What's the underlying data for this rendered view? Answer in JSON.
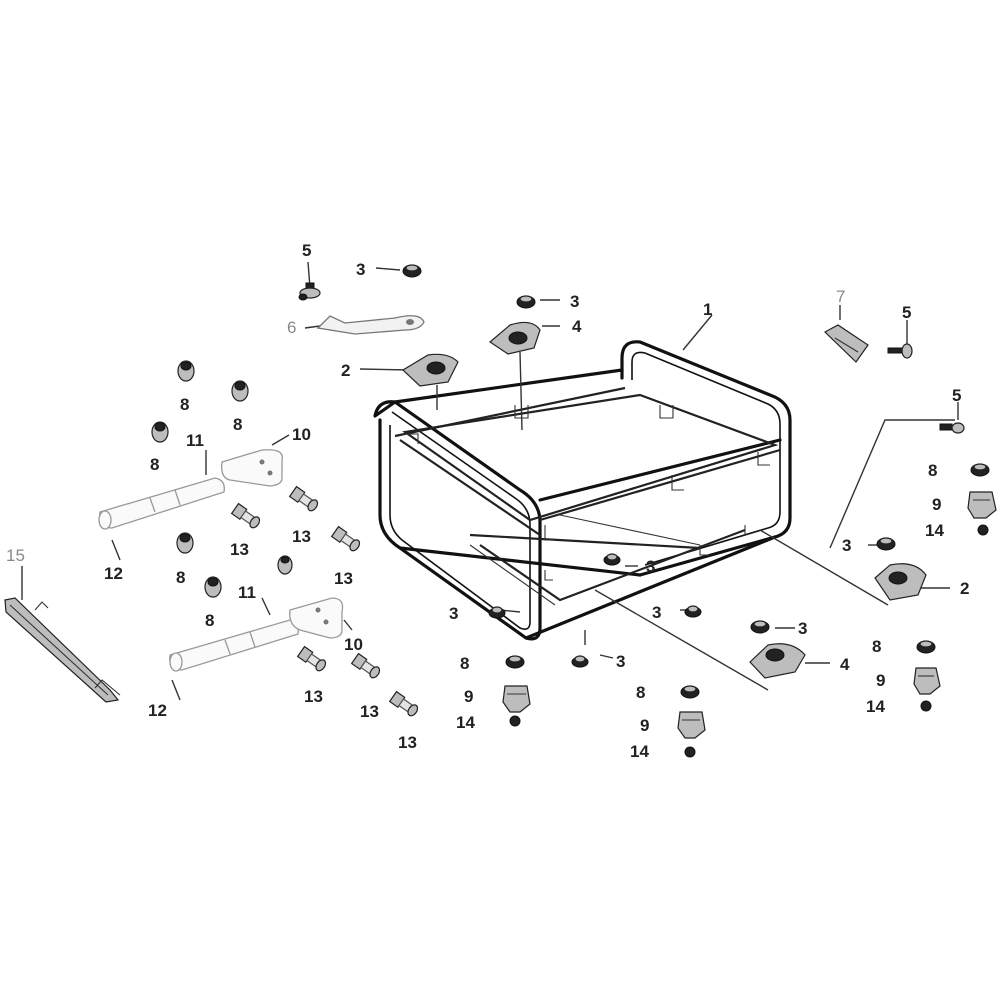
{
  "callouts": {
    "frame": "1",
    "mount_2": "2",
    "nut_3": "3",
    "mount_4": "4",
    "bolt_5": "5",
    "plate_6": "6",
    "bracket_7": "7",
    "nut_8": "8",
    "foot_9": "9",
    "bracket_10": "10",
    "pin_11": "11",
    "handle_12": "12",
    "bolt_13": "13",
    "screw_14": "14",
    "bar_15": "15"
  }
}
